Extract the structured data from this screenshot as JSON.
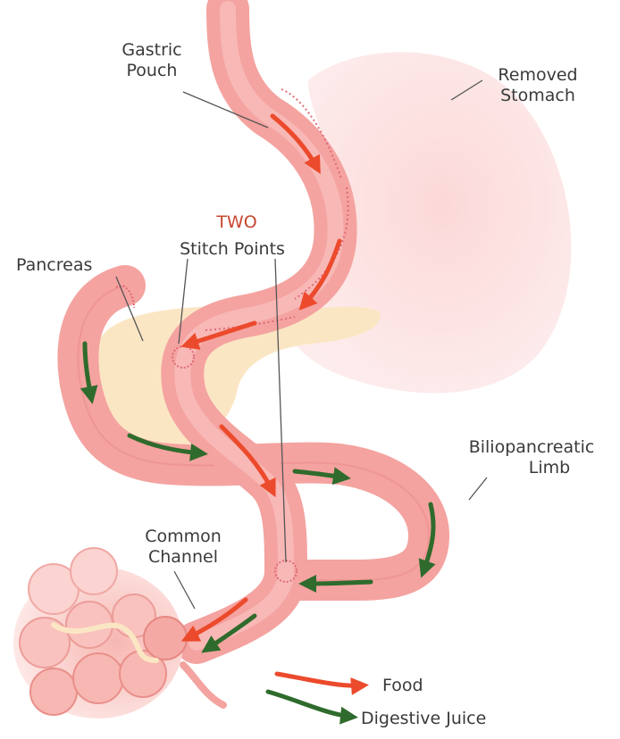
{
  "diagram": {
    "labels": {
      "gastric_pouch": [
        "Gastric",
        "Pouch"
      ],
      "removed_stomach": [
        "Removed",
        "Stomach"
      ],
      "two": "TWO",
      "stitch_points": "Stitch Points",
      "pancreas": "Pancreas",
      "biliopancreatic_limb": [
        "Biliopancreatic",
        "Limb"
      ],
      "common_channel": [
        "Common",
        "Channel"
      ]
    },
    "legend": {
      "food": "Food",
      "digestive_juice": "Digestive Juice"
    },
    "colors": {
      "intestine": "#f4a3a0",
      "intestine_dark": "#ea8a88",
      "removed_stomach": "#fde3e3",
      "pancreas": "#fbe6c4",
      "food_arrow": "#ec4a2c",
      "juice_arrow": "#2f6b2c",
      "stitch": "#e06a78",
      "label_accent": "#c8452f"
    }
  }
}
